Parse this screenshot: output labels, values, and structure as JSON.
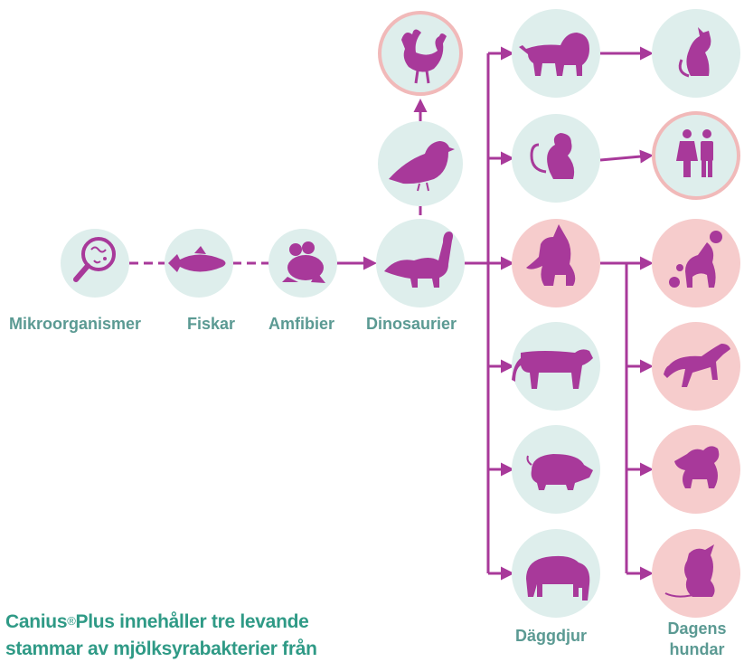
{
  "colors": {
    "circle_default": "#deeeec",
    "circle_highlight": "#f6cccc",
    "circle_ring": "#f1b9b9",
    "arrow": "#a8399a",
    "silhouette": "#a8399a",
    "label": "#5b9a93",
    "caption": "#2f9a86"
  },
  "labels": {
    "mikroorganismer": "Mikroorganismer",
    "fiskar": "Fiskar",
    "amfibier": "Amfibier",
    "dinosaurier": "Dinosaurier",
    "daggdjur": "Däggdjur",
    "dagens_line1": "Dagens",
    "dagens_line2": "hundar"
  },
  "caption": {
    "brand": "Canius",
    "reg": "®",
    "text_line1_rest": "Plus innehåller tre levande",
    "text_line2": "stammar av mjölksyrabakterier från"
  },
  "nodes": [
    {
      "id": "microorganisms",
      "icon": "magnifier-bacteria-icon",
      "highlight": false
    },
    {
      "id": "fish",
      "icon": "fish-icon",
      "highlight": false
    },
    {
      "id": "amphibian",
      "icon": "frog-icon",
      "highlight": false
    },
    {
      "id": "dinosaur",
      "icon": "dinosaur-icon",
      "highlight": false
    },
    {
      "id": "bird",
      "icon": "bird-icon",
      "highlight": false
    },
    {
      "id": "rooster",
      "icon": "rooster-icon",
      "highlight": false,
      "ring": true
    },
    {
      "id": "lion",
      "icon": "lion-icon",
      "highlight": false
    },
    {
      "id": "monkey",
      "icon": "monkey-icon",
      "highlight": false
    },
    {
      "id": "wolf",
      "icon": "wolf-icon",
      "highlight": true
    },
    {
      "id": "cow",
      "icon": "cow-icon",
      "highlight": false
    },
    {
      "id": "pig",
      "icon": "pig-icon",
      "highlight": false
    },
    {
      "id": "elephant",
      "icon": "elephant-icon",
      "highlight": false
    },
    {
      "id": "cat",
      "icon": "cat-icon",
      "highlight": false
    },
    {
      "id": "humans",
      "icon": "humans-icon",
      "highlight": false,
      "ring": true
    },
    {
      "id": "poodle",
      "icon": "poodle-icon",
      "highlight": true
    },
    {
      "id": "greyhound",
      "icon": "greyhound-icon",
      "highlight": true
    },
    {
      "id": "terrier",
      "icon": "terrier-icon",
      "highlight": true
    },
    {
      "id": "sitting-dog",
      "icon": "sitting-dog-icon",
      "highlight": true
    }
  ]
}
